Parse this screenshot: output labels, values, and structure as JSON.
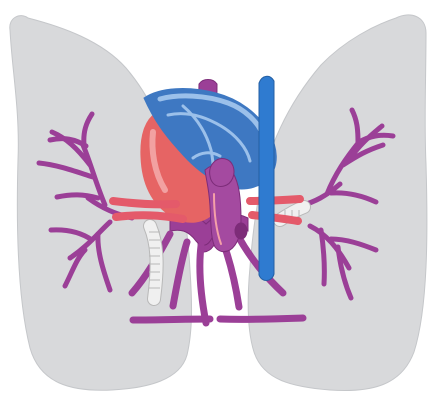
{
  "diagram": {
    "colors": {
      "background": "#ffffff",
      "lung": "#d8d9db",
      "lung_outline": "#c5c7ca",
      "trachea_bronchi": "#9b3f97",
      "trachea_dark": "#7d2c79",
      "heart_left": "#e66464",
      "heart_left_light": "#f2a1a1",
      "heart_right": "#3e78c2",
      "heart_right_light": "#9bc0ea",
      "vena_cava": "#2f7bd0",
      "vena_cava_dark": "#245fa3",
      "aorta": "#e45a6a",
      "aorta_light": "#f4a0a8",
      "cartilage": "#f0f0f0",
      "cartilage_edge": "#b8b8b8",
      "lymph_purple": "#a44aa0"
    },
    "parts": [
      "left-lung",
      "right-lung",
      "trachea",
      "heart",
      "superior-vena-cava",
      "aorta",
      "pulmonary-vessels",
      "bronchial-tree",
      "lymphatic-vessels"
    ]
  }
}
